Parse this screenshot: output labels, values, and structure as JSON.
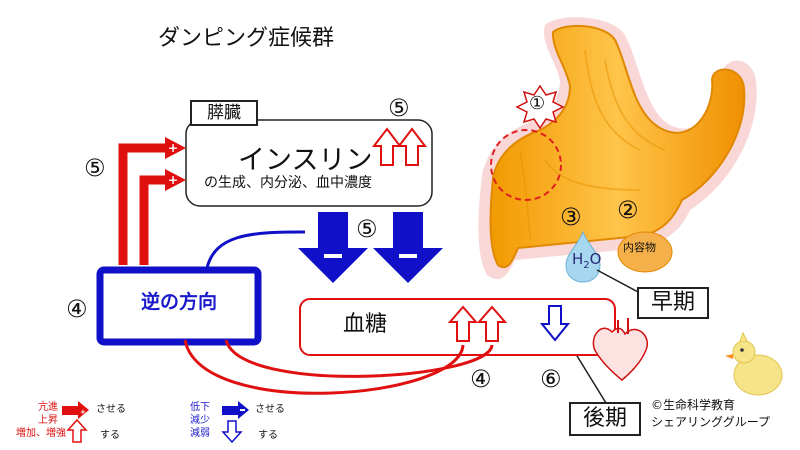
{
  "title": "ダンピング症候群",
  "pancreas": {
    "label": "膵臓",
    "hormone": "インスリン",
    "hormone_detail": "の生成、内分泌、血中濃度"
  },
  "markers": {
    "pancreas_rise": "⑤",
    "pancreas_stim": "⑤",
    "pancreas_down": "⑤",
    "glucose_rise": "④",
    "reverse": "④",
    "glucose_fall": "⑥",
    "stomach": "①",
    "content": "②",
    "water": "③"
  },
  "reverse_box": {
    "label": "逆の方向"
  },
  "blood_glucose": {
    "label": "血糖"
  },
  "stomach": {
    "content_label": "内容物",
    "water_label": "H",
    "water_sub": "2",
    "water_tail": "O"
  },
  "phases": {
    "early": "早期",
    "late": "後期"
  },
  "credit": {
    "line1": "©生命科学教育",
    "line2": "シェアリンググループ"
  },
  "legend": {
    "red_line1": "亢進",
    "red_line2": "上昇",
    "red_line3": "増加、増強",
    "red_action_promote": "させる",
    "red_action_do": "する",
    "blue_line1": "低下",
    "blue_line2": "減少",
    "blue_line3": "減弱",
    "blue_action_promote": "させる",
    "blue_action_do": "する"
  },
  "colors": {
    "increase": "#e01010",
    "decrease": "#1010c8",
    "stomach": "#f5a300",
    "stomach_edge": "#e88a00",
    "stomach_glow": "#f6c6c6"
  }
}
